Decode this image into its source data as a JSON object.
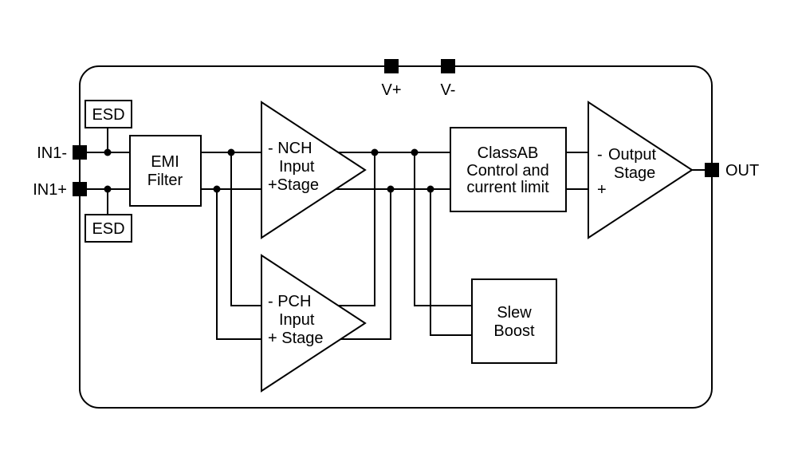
{
  "pins": {
    "in1_minus": {
      "label": "IN1-"
    },
    "in1_plus": {
      "label": "IN1+"
    },
    "out": {
      "label": "OUT"
    },
    "v_plus": {
      "label": "V+"
    },
    "v_minus": {
      "label": "V-"
    }
  },
  "blocks": {
    "esd_top": {
      "label": "ESD"
    },
    "esd_bottom": {
      "label": "ESD"
    },
    "emi_filter": {
      "line1": "EMI",
      "line2": "Filter"
    },
    "nch_input_stage": {
      "line1": "- NCH",
      "line2": "Input",
      "line3": "+Stage"
    },
    "pch_input_stage": {
      "line1": "- PCH",
      "line2": "Input",
      "line3": "+ Stage"
    },
    "classab_control": {
      "line1": "ClassAB",
      "line2": "Control and",
      "line3": "current limit"
    },
    "slew_boost": {
      "line1": "Slew",
      "line2": "Boost"
    },
    "output_stage": {
      "minus": "-",
      "line1": "Output",
      "line2": "Stage",
      "plus": "+"
    }
  },
  "colors": {
    "line": "#000000",
    "background": "#ffffff",
    "pad": "#000000"
  }
}
